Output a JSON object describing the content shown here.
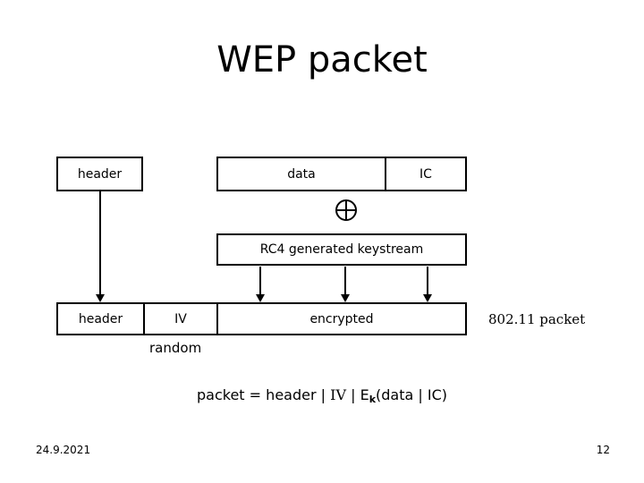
{
  "slide": {
    "title": "WEP packet",
    "background_color": "#ffffff",
    "stroke_color": "#000000"
  },
  "diagram": {
    "row_plaintext": {
      "header_box": {
        "label": "header"
      },
      "payload_bar": {
        "cells": [
          {
            "label": "data"
          },
          {
            "label": "IC"
          }
        ]
      }
    },
    "operator": {
      "symbol": "⊕",
      "name": "xor-operator"
    },
    "row_keystream": {
      "box": {
        "label": "RC4 generated keystream"
      }
    },
    "row_packet": {
      "cells": [
        {
          "label": "header"
        },
        {
          "label": "IV"
        },
        {
          "label": "encrypted"
        }
      ]
    },
    "annotations": {
      "packet_type": "802.11 packet",
      "iv_note": "random"
    },
    "arrows": {
      "header_passthrough": "header-to-header-arrow",
      "keystream_to_encrypted": [
        "keystream-arrow-1",
        "keystream-arrow-2",
        "keystream-arrow-3"
      ]
    }
  },
  "formula": {
    "lhs": "packet",
    "equals": "=",
    "part_header": "header",
    "sep1": "|",
    "part_iv": "IV",
    "sep2": "|",
    "cipher_fn": "E",
    "cipher_key": "k",
    "cipher_args": "(data | IC)",
    "full_text": "packet = header | IV | Ek(data | IC)"
  },
  "footer": {
    "date": "24.9.2021",
    "page_number": "12"
  }
}
